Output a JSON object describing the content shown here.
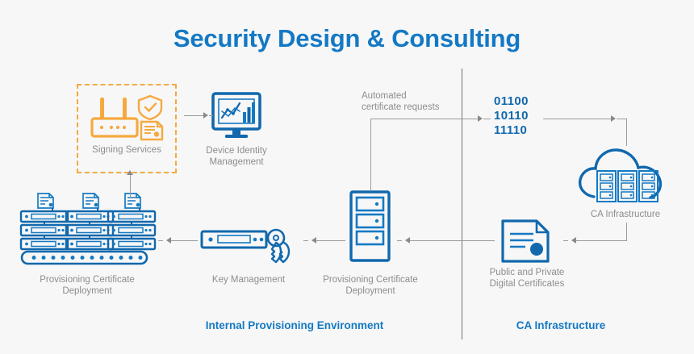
{
  "page": {
    "title": "Security Design & Consulting",
    "background_color": "#f7f7f7",
    "brand_blue": "#1479c4",
    "icon_blue": "#1168ad",
    "icon_orange": "#f5a93f",
    "caption_gray": "#8d8d8d"
  },
  "nodes": {
    "signing_services": {
      "label": "Signing Services"
    },
    "device_identity": {
      "label": "Device Identity\nManagement"
    },
    "provisioning_left": {
      "label": "Provisioning Certificate\nDeployment"
    },
    "key_management": {
      "label": "Key Management"
    },
    "provisioning_center": {
      "label": "Provisioning Certificate\nDeployment"
    },
    "digital_certificates": {
      "label": "Public and Private\nDigital Certificates"
    },
    "ca_infrastructure_cloud": {
      "label": "CA Infrastructure"
    }
  },
  "annotations": {
    "automated_requests": "Automated\ncertificate requests",
    "binary_lines": [
      "01100",
      "10110",
      "11110"
    ]
  },
  "zones": {
    "left": "Internal Provisioning Environment",
    "right": "CA Infrastructure"
  }
}
